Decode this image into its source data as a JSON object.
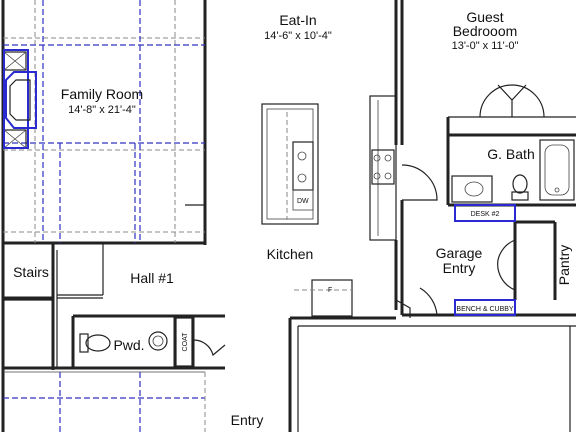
{
  "rooms": {
    "eat_in": {
      "name": "Eat-In",
      "dims": "14'-6\" x 10'-4\""
    },
    "guest_bedroom": {
      "name_line1": "Guest",
      "name_line2": "Bedrooom",
      "dims": "13'-0\" x 11'-0\""
    },
    "family_room": {
      "name": "Family Room",
      "dims": "14'-8\" x 21'-4\""
    },
    "g_bath": {
      "name": "G. Bath"
    },
    "kitchen": {
      "name": "Kitchen"
    },
    "stairs": {
      "name": "Stairs"
    },
    "hall": {
      "name": "Hall #1"
    },
    "garage_entry": {
      "name_line1": "Garage",
      "name_line2": "Entry"
    },
    "pantry": {
      "name": "Pantry"
    },
    "powder": {
      "name": "Pwd."
    },
    "entry": {
      "name": "Entry"
    }
  },
  "fixtures": {
    "dishwasher": "DW",
    "fridge": "F",
    "coat": "COAT",
    "desk": "DESK #2",
    "bench": "BENCH & CUBBY"
  },
  "colors": {
    "wall": "#222222",
    "beam": "#3030c0",
    "dashed": "#8a8a8a"
  }
}
